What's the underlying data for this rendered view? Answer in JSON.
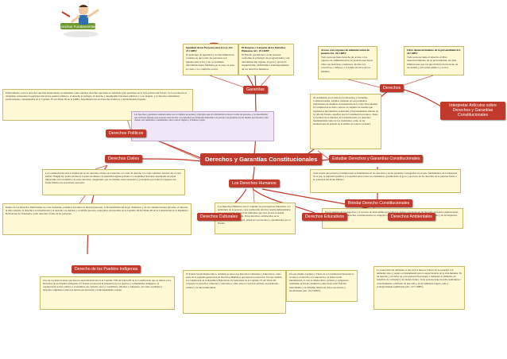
{
  "illustration": {
    "caption": "Derechos Fundamentales",
    "icon": "hand-reaching-man-illustration"
  },
  "central": {
    "label": "Derechos y Garantías Constitucionales"
  },
  "nodes": {
    "garantias": "Garantías",
    "derechos": "Derechos",
    "derechos_politicos": "Derechos Políticos",
    "derechos_civiles": "Derechos Civiles",
    "derechos_humanos": "Los Derechos Humanos",
    "estudiar": "Estudiar Derechos y Garantías Constitucionales",
    "brindar": "Brindar Derecho Constitucionales",
    "interpretar": "Interpretar Artículos sobre Derechos y Garantías Constitucionales",
    "indigenas": "Derecho de los Pueblos Indígenas",
    "culturales": "Derechos Culturales",
    "educativos": "Derechos Educativos",
    "ambientales": "Derechos Ambientales"
  },
  "boxes": {
    "igualdad": {
      "title": "Igualdad de las Personas ante la Ley Art. 21 CRBV",
      "body": "El principio de igualdad y no discriminación consiste en que todas las personas son iguales ante la ley y no se permiten discriminaciones fundadas en la raza, el sexo, el credo o la condición social."
    },
    "respeto": {
      "title": "El Respeto y Garantía de los Derechos Humanos Art. 19 CRBV",
      "body": "El Estado garantizará a toda persona conforme al principio de progresividad y sin discriminación alguna, el goce y ejercicio irrenunciable, indivisible e interdependiente de los derechos humanos."
    },
    "acceso": {
      "title": "Acceso a los órganos de administración de justicia Art. 26 CRBV",
      "body": "Toda persona tiene derecho de acceso a los órganos de administración de justicia para hacer valer sus derechos e intereses, incluso los colectivos o difusos, a la tutela efectiva de los mismos."
    },
    "libre": {
      "title": "Libre desenvolvimiento de la personalidad Art. 20 CRBV",
      "body": "Toda persona tiene el derecho al libre desenvolvimiento de su personalidad, sin más limitaciones que las que derivan del derecho de las demás y del orden público y social."
    },
    "politicos": {
      "body": "Políticamente, son los derechos que han desarrollado, se entienden como aquellos derechos que tiene el ciudadano para participar en la vida política del Estado. Se le reconocen al ciudadano venezolano la participación en los asuntos públicos, el derecho al sufragio, el derecho a desempeñar funciones públicas y a ser elegido, y el derecho a manifestar pacíficamente, contemplados en el Capítulo IV del Título III de la CRBV, denominado De los Derechos Políticos y del Referendo Popular."
    },
    "conjunto": {
      "body": "Los derechos y garantías constitucionales son el conjunto de normas y principios que la Constitución reconoce a todas las personas, y los mecanismos que el Estado dispone para su protección efectiva. Los derechos son facultades inherentes a la persona; las garantías son los medios para hacerlos valer cuando son vulnerados o amenazados, tales como el amparo y el habeas corpus."
    },
    "atendiendo": {
      "body": "Al atendiendo en el tema de los Derechos y Garantías Constitucionales, estamos tomando en sus problemas individuales en distintas circunstancias de la vida. Para estudiar la Constitución se debe conocer el conjunto de normas que regulan los mecanismos, relaciones y funcionamiento interno de la vida del Estado, aquellos que la Constitución reconoce. Tiene la facultad de la libertad, de la información, los derechos fundamentales tanto de los ciudadanos como de las instituciones en general en el ámbito de toda la sociedad."
    },
    "civiles": {
      "body": "La Constitución ha sido la fundación de los derechos civiles en el derecho a la vida. El derecho a la vida comienzo artículo 43, el cual señala: Ningún ley podrá establecer la pena de muerte, ni autoridad alguna aplicarla. La Asamblea Nacional desempeña un papel importante en la normativa de estos derechos, asegurando que los mismos sean respetados y protegidos por todos los órganos del Poder Público en el territorio nacional."
    },
    "fundamental": {
      "body": "Toda norma que preserve constitucional se fundamenta en los derechos y en las garantías consagradas en el texto fundamental, en la búsqueda de la paz, la seguridad jurídica y la equidad entre todos los ciudadanos, garantizando el goce y ejercicio de los derechos de la persona frente a la actuación del Poder Público."
    },
    "dentro": {
      "body": "Dentro de los Derechos Individuales de cada ciudadano, podemos encontrar la libertad personal, la inviolabilidad del hogar doméstico y de las comunicaciones privadas, el derecho al libre tránsito, el derecho a la información y el derecho a la defensa y al debido proceso, todos ellos reconocidos en el Capítulo III del Título III de la Constitución de la República Bolivariana de Venezuela, como derechos civiles de las personas."
    },
    "humanos": {
      "body": "Los Derechos Humanos son el conjunto de prerrogativas inherentes a la naturaleza de la persona, cuya realización efectiva resulta indispensable para el desarrollo integral del individuo que vive en una sociedad jurídicamente organizada. Estos derechos, establecidos en la Constitución y en las leyes, deben ser reconocidos y garantizados por el Estado."
    },
    "contexto": {
      "body": "En el contexto de los negocios y el proceso de intercambio de productos, bienes o servicios en un mercado nacional e internacional, es importante que los derechos constitucionales se cumplan para garantizar la seguridad jurídica de las personas y de las empresas."
    },
    "indigenas": {
      "body": "Uno de los innovaciones que merece especial mención es el Capítulo VIII del Título III de la Constitución, que se refiere a los Derechos de los Pueblos Indígenas. El Estado reconocerá la existencia de los pueblos y comunidades indígenas, su organización social, política y económica, sus culturas, usos y costumbres, idiomas y religiones, así como su hábitat y derechos originarios sobre las tierras que ancestral y tradicionalmente ocupan."
    },
    "culturales": {
      "body": "El Estado Social Democrático, también reconoce los Derechos Culturales y Educativos, como parte de la segunda generación de Derechos Humanos que fueron reconocidos. En este sentido, la Constitución de la República Bolivariana de Venezuela en el Capítulo VI del Título III, consagra los derechos culturales y educativos, entre ellos la creación cultural, el patrimonio cultural y la interculturalidad."
    },
    "educativos": {
      "body": "En este mismo Capítulo y Título de la Constitución Nacional se reconoce el derecho a la educación y el deber social fundamental, el cual es democrático, gratuito y obligatorio. Asimismo el Estado asumirá la educación como función indeclinable y de máximo interés en todos sus niveles y modalidades (Art. 102 CRBV)."
    },
    "ambientales": {
      "body": "La protección del ambiente es uno de los nuevos valores de la sociedad. Un ambiente sano y seguro es fundamental para la supervivencia de la vida humana. Es un derecho y un deber de cada generación proteger y mantener el ambiente en beneficio de sí misma y del mundo futuro. Toda persona tiene derecho individual y colectivamente a disfrutar de una vida y de un ambiente seguro, sano y ecológicamente equilibrado (Art. 127 CRBV)."
    }
  },
  "colors": {
    "node": "#c0392b",
    "link": "#c0392b",
    "box": "#fff9d6",
    "box_border": "#c9b96a"
  }
}
